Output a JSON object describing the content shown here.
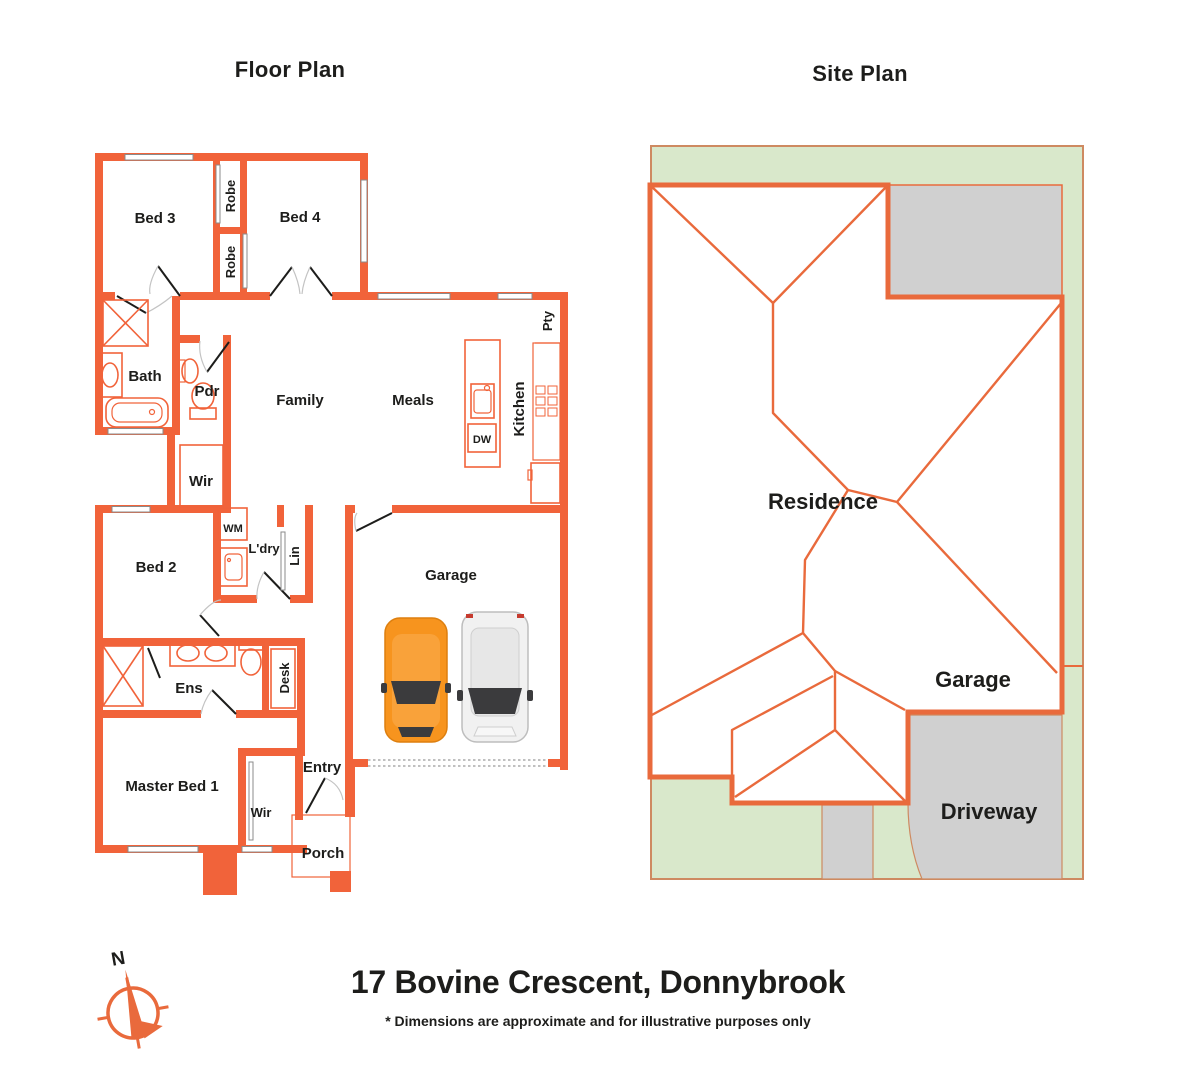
{
  "header": {
    "floor_plan_title": "Floor Plan",
    "site_plan_title": "Site Plan"
  },
  "footer": {
    "address": "17 Bovine Crescent, Donnybrook",
    "disclaimer": "* Dimensions are approximate and for illustrative purposes only",
    "compass_label": "N"
  },
  "floor_plan": {
    "rooms": {
      "bed3": "Bed 3",
      "robe_top": "Robe",
      "robe_bottom": "Robe",
      "bed4": "Bed 4",
      "bath": "Bath",
      "pdr": "Pdr",
      "family": "Family",
      "meals": "Meals",
      "kitchen": "Kitchen",
      "pty": "Pty",
      "dw": "DW",
      "wir_hall": "Wir",
      "bed2": "Bed 2",
      "wm": "WM",
      "ldry": "L'dry",
      "lin": "Lin",
      "garage": "Garage",
      "ens": "Ens",
      "desk": "Desk",
      "master": "Master Bed 1",
      "wir_master": "Wir",
      "entry": "Entry",
      "porch": "Porch"
    }
  },
  "site_plan": {
    "labels": {
      "residence": "Residence",
      "garage": "Garage",
      "driveway": "Driveway"
    }
  },
  "colors": {
    "wall_orange": "#F1633A",
    "roof_orange": "#E96A3C",
    "lot_green": "#D9E8CB",
    "concrete_grey": "#D0D0D0",
    "car_orange": "#F7941E",
    "car_white": "#F1F1F1",
    "text": "#1D1D1B"
  }
}
